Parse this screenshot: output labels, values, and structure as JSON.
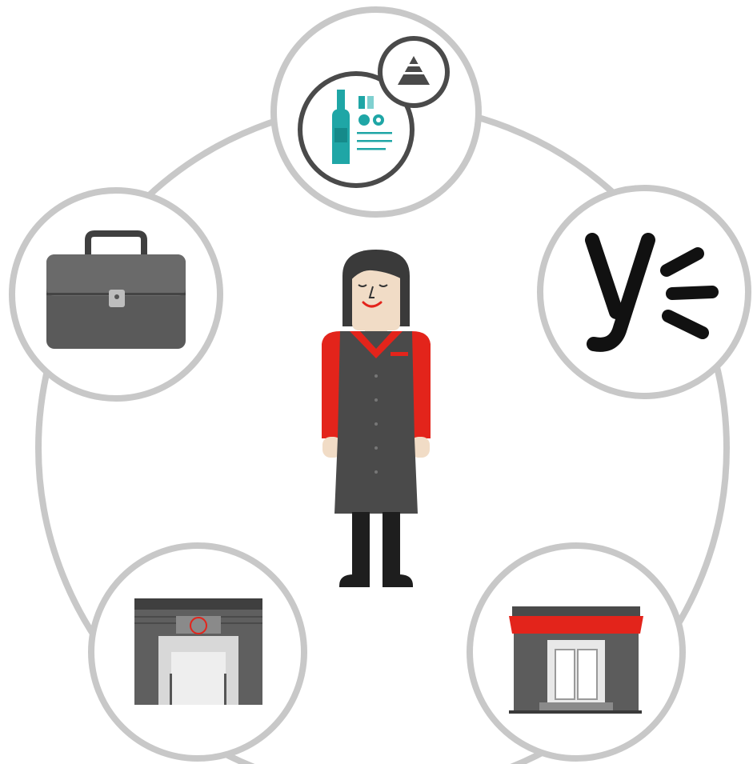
{
  "colors": {
    "ring": "#c8c8c8",
    "node_fill": "#ffffff",
    "teal": "#1fa6a6",
    "dark_gray": "#4a4a4a",
    "mid_gray": "#6b6b6b",
    "red": "#e3241b",
    "skin": "#f1dcc6",
    "hair": "#3a3a3a",
    "black": "#111111"
  },
  "center": {
    "figure": "staff-person-icon"
  },
  "nodes": [
    {
      "id": "menu",
      "icon": "wine-menu-icon",
      "badge_icon": "pyramid-badge-icon"
    },
    {
      "id": "yelp",
      "icon": "yelp-logo-icon"
    },
    {
      "id": "storefront",
      "icon": "storefront-icon"
    },
    {
      "id": "building",
      "icon": "building-icon"
    },
    {
      "id": "briefcase",
      "icon": "briefcase-icon"
    }
  ]
}
